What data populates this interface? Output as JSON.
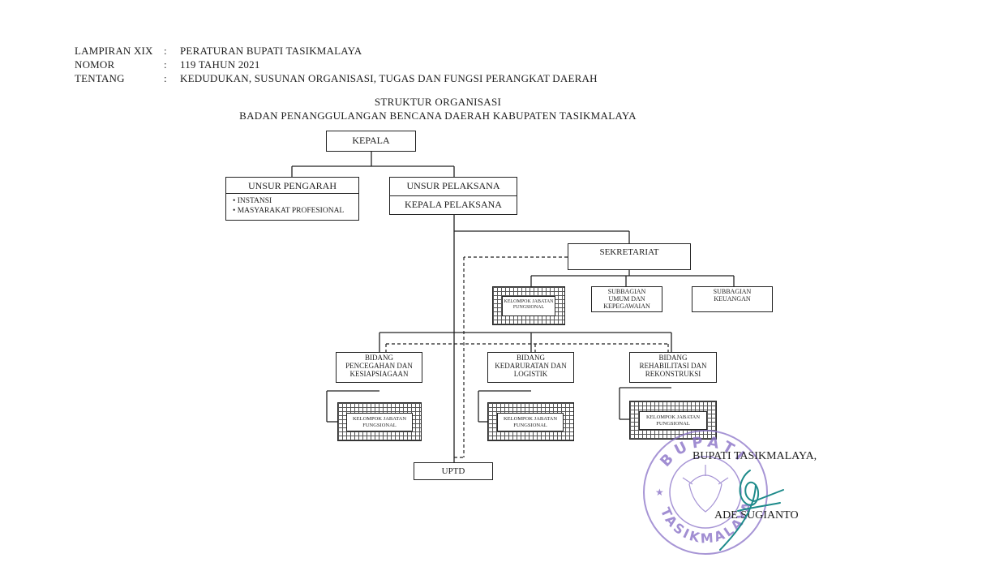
{
  "header": {
    "rows": [
      {
        "key": "LAMPIRAN XIX",
        "sep": ":",
        "value": "PERATURAN BUPATI TASIKMALAYA"
      },
      {
        "key": "NOMOR",
        "sep": ":",
        "value": "119 TAHUN 2021"
      },
      {
        "key": "TENTANG",
        "sep": ":",
        "value": "KEDUDUKAN, SUSUNAN ORGANISASI, TUGAS DAN FUNGSI PERANGKAT DAERAH"
      }
    ]
  },
  "title": {
    "line1": "STRUKTUR ORGANISASI",
    "line2": "BADAN PENANGGULANGAN BENCANA DAERAH KABUPATEN TASIKMALAYA"
  },
  "org": {
    "kepala": "KEPALA",
    "unsur_pengarah": {
      "title": "UNSUR PENGARAH",
      "items": [
        "INSTANSI",
        "MASYARAKAT PROFESIONAL"
      ]
    },
    "unsur_pelaksana": {
      "title": "UNSUR PELAKSANA",
      "head": "KEPALA PELAKSANA"
    },
    "sekretariat": "SEKRETARIAT",
    "kelompok_sekretariat": {
      "line1": "KELOMPOK JABATAN",
      "line2": "FUNGSIONAL"
    },
    "subbagian_umum": {
      "line1": "SUBBAGIAN",
      "line2": "UMUM DAN",
      "line3": "KEPEGAWAIAN"
    },
    "subbagian_keuangan": {
      "line1": "SUBBAGIAN",
      "line2": "KEUANGAN"
    },
    "bidang": [
      {
        "line1": "BIDANG",
        "line2": "PENCEGAHAN DAN",
        "line3": "KESIAPSIAGAAN"
      },
      {
        "line1": "BIDANG",
        "line2": "KEDARURATAN DAN",
        "line3": "LOGISTIK"
      },
      {
        "line1": "BIDANG",
        "line2": "REHABILITASI DAN",
        "line3": "REKONSTRUKSI"
      }
    ],
    "kelompok_bidang": [
      {
        "line1": "KELOMPOK JABATAN",
        "line2": "FUNGSIONAL"
      },
      {
        "line1": "KELOMPOK JABATAN",
        "line2": "FUNGSIONAL"
      },
      {
        "line1": "KELOMPOK JABATAN",
        "line2": "FUNGSIONAL"
      }
    ],
    "uptd": "UPTD"
  },
  "signature": {
    "office": "BUPATI TASIKMALAYA,",
    "name": "ADE SUGIANTO",
    "stamp_text_top": "BUPATI",
    "stamp_text_bottom": "TASIKMALAYA",
    "stamp_color": "#8a72c8",
    "ink_color": "#1d8a8a"
  }
}
